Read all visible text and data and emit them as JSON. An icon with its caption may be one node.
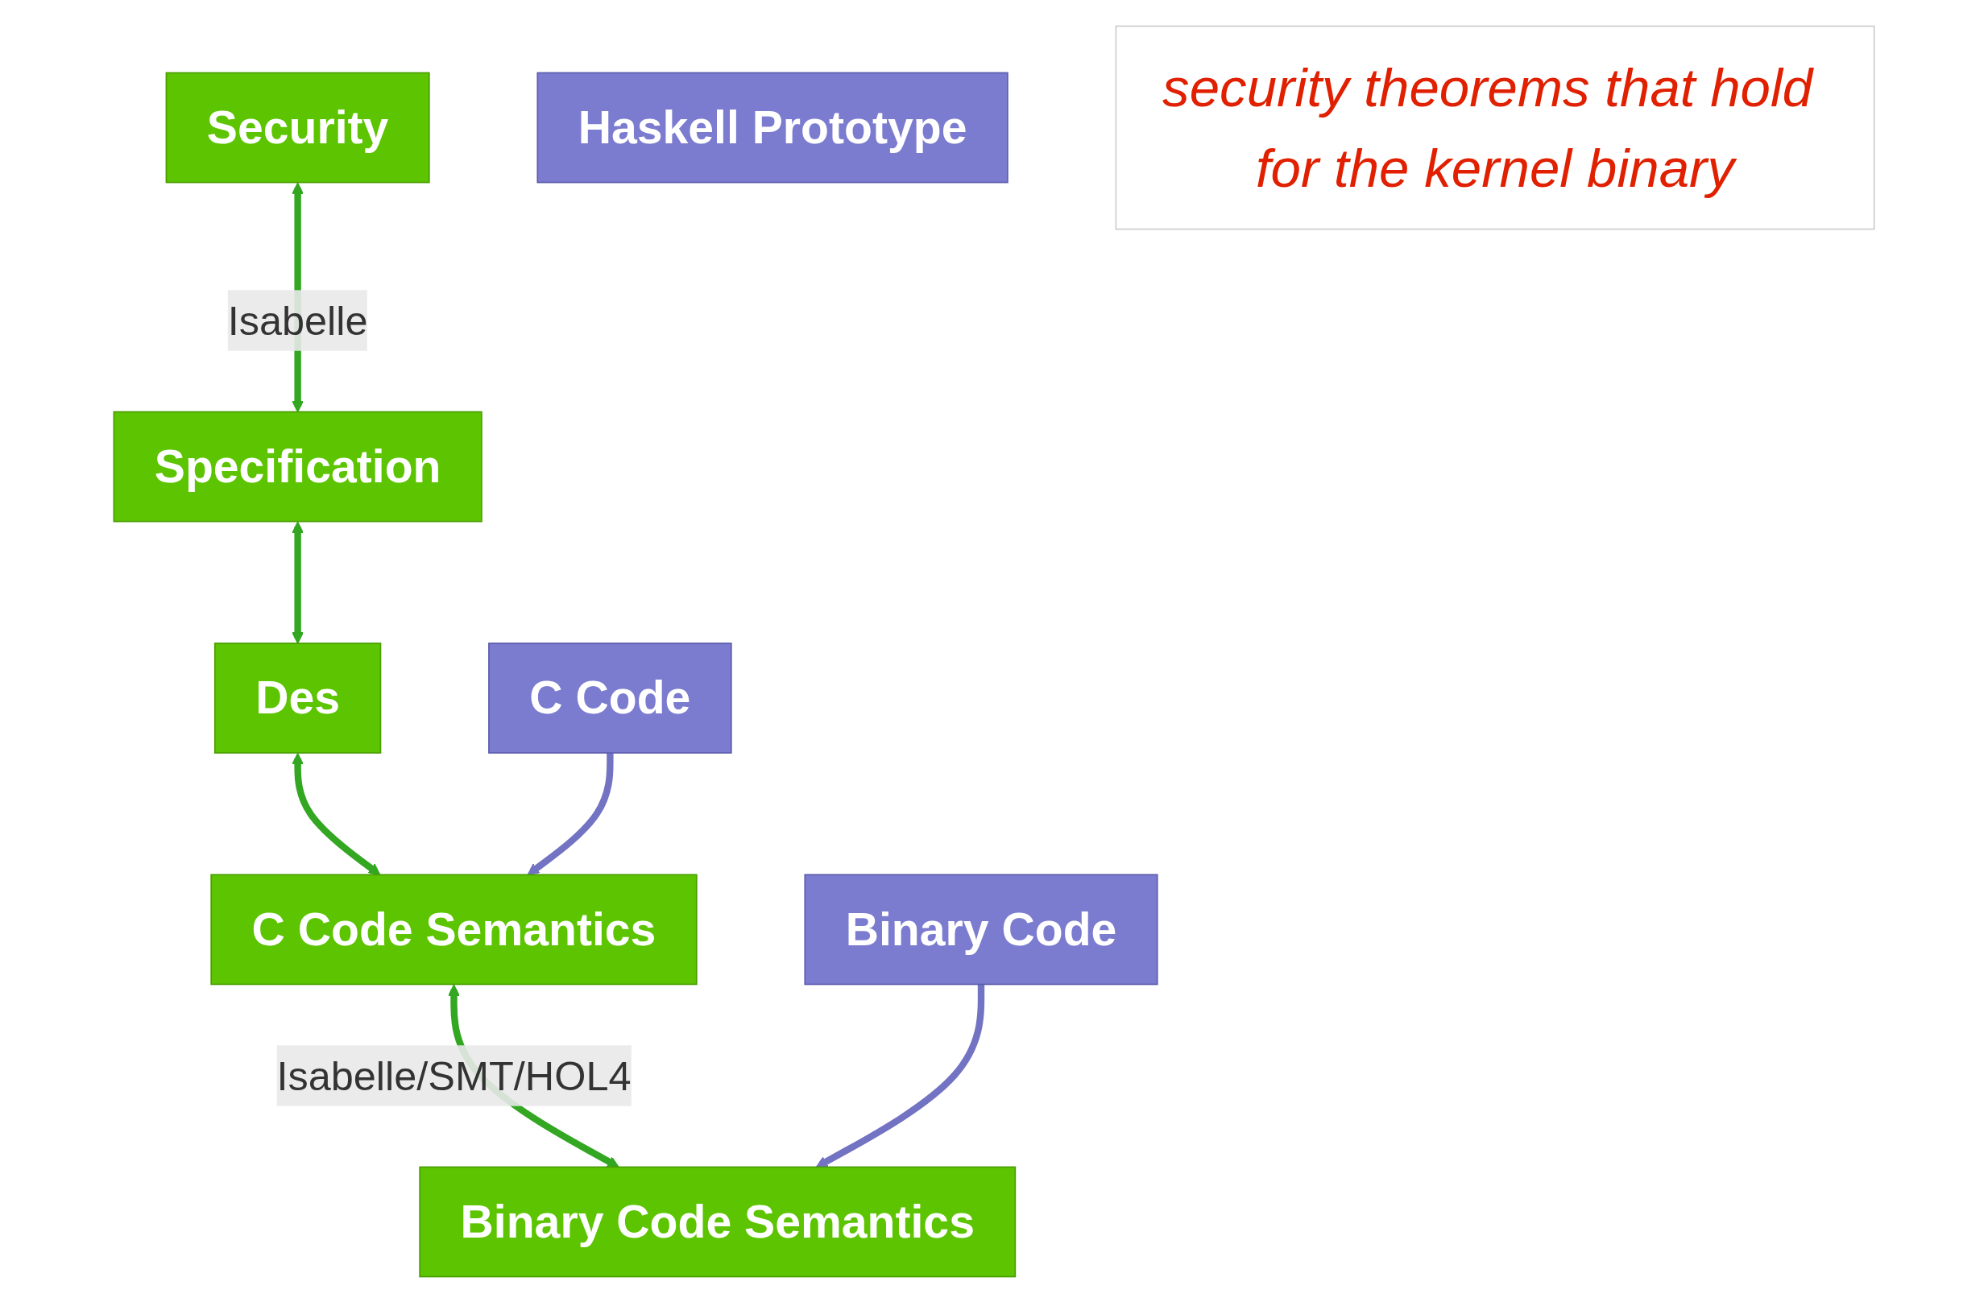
{
  "diagram": {
    "nodes": [
      {
        "text": [
          "Security"
        ]
      },
      {
        "text": [
          "Specification"
        ]
      },
      {
        "text": [
          "Des"
        ]
      },
      {
        "text": [
          "C Code Semantics"
        ]
      },
      {
        "text": [
          "Binary Code Semantics"
        ]
      },
      {
        "text": [
          "Haskell Prototype"
        ]
      },
      {
        "text": [
          "C Code"
        ]
      },
      {
        "text": [
          "Binary Code"
        ]
      },
      {
        "text": [
          "security theorems that hold for the kernel binary"
        ]
      }
    ],
    "edges": [
      {
        "from": 0,
        "to": 1,
        "arrow": "both",
        "label": "Isabelle"
      },
      {
        "from": 1,
        "to": 2,
        "arrow": "both"
      },
      {
        "from": 2,
        "to": 3,
        "arrow": "both"
      },
      {
        "from": 3,
        "to": 4,
        "arrow": "both",
        "label": "Isabelle/SMT/HOL4"
      },
      {
        "from": 6,
        "to": 3,
        "arrow": "to",
        "color": "#7373c4"
      },
      {
        "from": 7,
        "to": 4,
        "arrow": "to",
        "color": "#7373c4"
      }
    ]
  }
}
